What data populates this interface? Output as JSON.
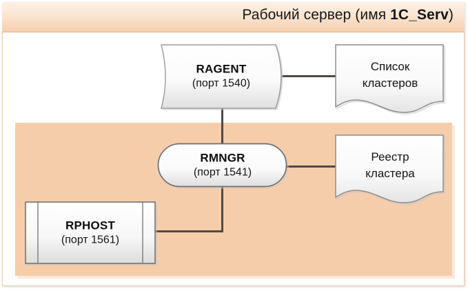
{
  "header": {
    "title_prefix": "Рабочий сервер (имя ",
    "title_bold": "1C_Serv",
    "title_suffix": ")",
    "full_title": "Рабочий сервер (имя 1C_Serv)"
  },
  "colors": {
    "header_gradient_top": "#fdf0e3",
    "header_gradient_bottom": "#f6cfae",
    "panel_fill": "#f6cdab",
    "frame_border": "#f0c9a4",
    "connector": "#4f4a47",
    "node_fill_light": "#ffffff",
    "node_fill_shade": "#e2e2e2",
    "node_stroke": "#8c8c8c",
    "text": "#141414"
  },
  "nodes": {
    "ragent": {
      "title": "RAGENT",
      "subtitle": "(порт 1540)",
      "port": "1540",
      "shape": "tape"
    },
    "rmngr": {
      "title": "RMNGR",
      "subtitle": "(порт 1541)",
      "port": "1541",
      "shape": "stadium"
    },
    "rphost": {
      "title": "RPHOST",
      "subtitle": "(порт 1561)",
      "port": "1561",
      "shape": "predefined-process"
    },
    "cluster_list": {
      "line1": "Список",
      "line2": "кластеров",
      "shape": "document"
    },
    "cluster_registry": {
      "line1": "Реестр",
      "line2": "кластера",
      "shape": "document"
    }
  },
  "connections": [
    {
      "from": "ragent",
      "to": "cluster_list",
      "orientation": "horizontal"
    },
    {
      "from": "ragent",
      "to": "rmngr",
      "orientation": "vertical"
    },
    {
      "from": "rmngr",
      "to": "cluster_registry",
      "orientation": "horizontal"
    },
    {
      "from": "rmngr",
      "to": "rphost",
      "orientation": "elbow"
    }
  ]
}
